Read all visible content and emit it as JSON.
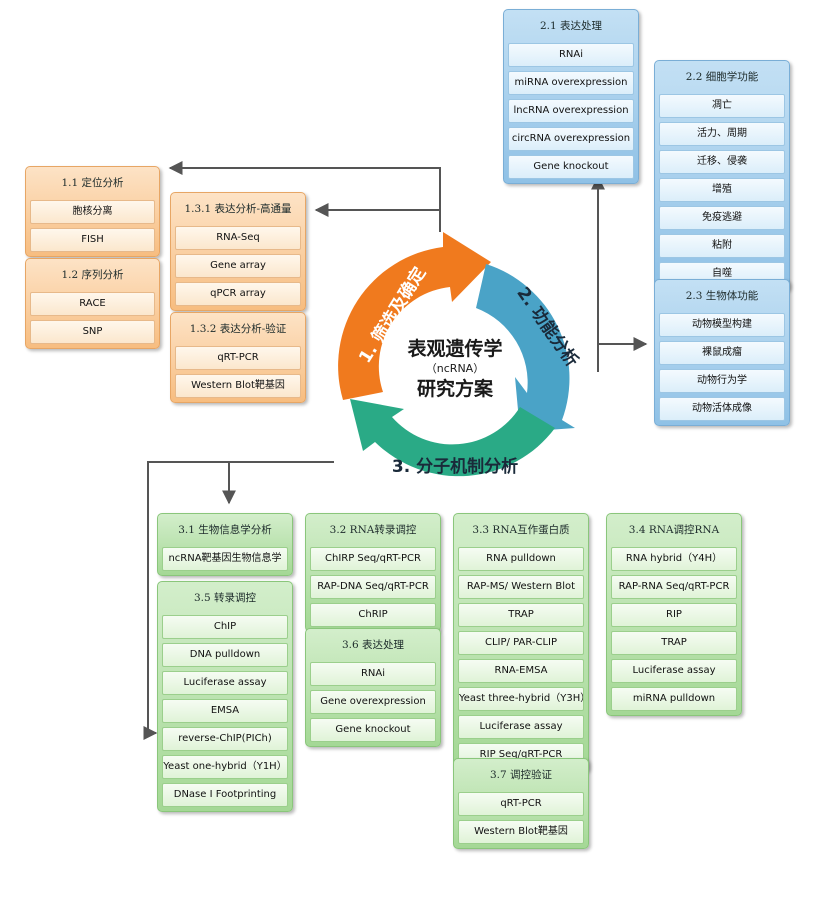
{
  "cycle": {
    "title_line1": "表观遗传学",
    "title_line2": "（ncRNA）",
    "title_line3": "研究方案",
    "segments": [
      {
        "label": "1. 筛选及确定",
        "color": "#f07a1e"
      },
      {
        "label": "2. 功能分析",
        "color": "#4aa3c7"
      },
      {
        "label": "3. 分子机制分析",
        "color": "#2aaa86"
      }
    ]
  },
  "colors": {
    "orange": "#f7bd80",
    "blue": "#8fc1e6",
    "green": "#a4d895",
    "connector": "#555555"
  },
  "panels": {
    "p1_1": {
      "title": "1.1  定位分析",
      "items": [
        "胞核分离",
        "FISH"
      ]
    },
    "p1_2": {
      "title": "1.2  序列分析",
      "items": [
        "RACE",
        "SNP"
      ]
    },
    "p1_3_1": {
      "title": "1.3.1  表达分析-高通量",
      "items": [
        "RNA-Seq",
        "Gene  array",
        "qPCR  array"
      ]
    },
    "p1_3_2": {
      "title": "1.3.2  表达分析-验证",
      "items": [
        "qRT-PCR",
        "Western  Blot靶基因"
      ]
    },
    "p2_1": {
      "title": "2.1  表达处理",
      "items": [
        "RNAi",
        "miRNA  overexpression",
        "lncRNA  overexpression",
        "circRNA  overexpression",
        "Gene knockout"
      ]
    },
    "p2_2": {
      "title": "2.2  细胞学功能",
      "items": [
        "凋亡",
        "活力、周期",
        "迁移、侵袭",
        "增殖",
        "免疫逃避",
        "粘附",
        "自噬"
      ]
    },
    "p2_3": {
      "title": "2.3  生物体功能",
      "items": [
        "动物模型构建",
        "裸鼠成瘤",
        "动物行为学",
        "动物活体成像"
      ]
    },
    "p3_1": {
      "title": "3.1 生物信息学分析",
      "items": [
        "ncRNA靶基因生物信息学"
      ]
    },
    "p3_2": {
      "title": "3.2 RNA转录调控",
      "items": [
        "ChIRP Seq/qRT-PCR",
        "RAP-DNA Seq/qRT-PCR",
        "ChRIP"
      ]
    },
    "p3_3": {
      "title": "3.3 RNA互作蛋白质",
      "items": [
        "RNA pulldown",
        "RAP-MS/ Western  Blot",
        "TRAP",
        "CLIP/ PAR-CLIP",
        "RNA-EMSA",
        "Yeast three-hybrid（Y3H）",
        "Luciferase assay",
        "RIP Seq/qRT-PCR"
      ]
    },
    "p3_4": {
      "title": "3.4 RNA调控RNA",
      "items": [
        "RNA hybrid（Y4H）",
        "RAP-RNA Seq/qRT-PCR",
        "RIP",
        "TRAP",
        "Luciferase assay",
        "miRNA  pulldown"
      ]
    },
    "p3_5": {
      "title": "3.5 转录调控",
      "items": [
        "ChIP",
        "DNA pulldown",
        "Luciferase assay",
        "EMSA",
        "reverse-ChIP(PICh)",
        "Yeast one-hybrid（Y1H）",
        "DNase I Footprinting"
      ]
    },
    "p3_6": {
      "title": "3.6 表达处理",
      "items": [
        "RNAi",
        "Gene  overexpression",
        "Gene knockout"
      ]
    },
    "p3_7": {
      "title": "3.7 调控验证",
      "items": [
        "qRT-PCR",
        "Western  Blot靶基因"
      ]
    }
  }
}
